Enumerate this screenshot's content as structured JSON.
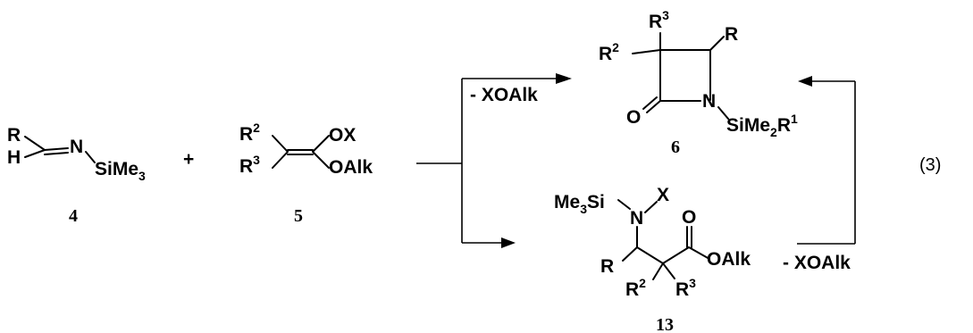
{
  "equation_number": "(3)",
  "compounds": {
    "c4": {
      "number": "4",
      "atoms": {
        "r": "R",
        "h": "H",
        "n": "N",
        "sime3": "SiMe",
        "sub3": "3"
      }
    },
    "plus": "+",
    "c5": {
      "number": "5",
      "atoms": {
        "r2": "R",
        "r2_sup": "2",
        "r3": "R",
        "r3_sup": "3",
        "ox": "OX",
        "oalk": "OAlk"
      }
    },
    "c6": {
      "number": "6",
      "atoms": {
        "r3": "R",
        "r3_sup": "3",
        "r2": "R",
        "r2_sup": "2",
        "r": "R",
        "o": "O",
        "n": "N",
        "sime2": "SiMe",
        "sub2": "2",
        "r1": "R",
        "r1_sup": "1"
      }
    },
    "c13": {
      "number": "13",
      "atoms": {
        "me3si": "Me",
        "me3si_sub": "3",
        "me3si_si": "Si",
        "n": "N",
        "x": "X",
        "o": "O",
        "r": "R",
        "r2": "R",
        "r2_sup": "2",
        "r3": "R",
        "r3_sup": "3",
        "oalk": "OAlk"
      }
    }
  },
  "arrows": {
    "upper_label": "- XOAlk",
    "lower_label": "- XOAlk"
  }
}
